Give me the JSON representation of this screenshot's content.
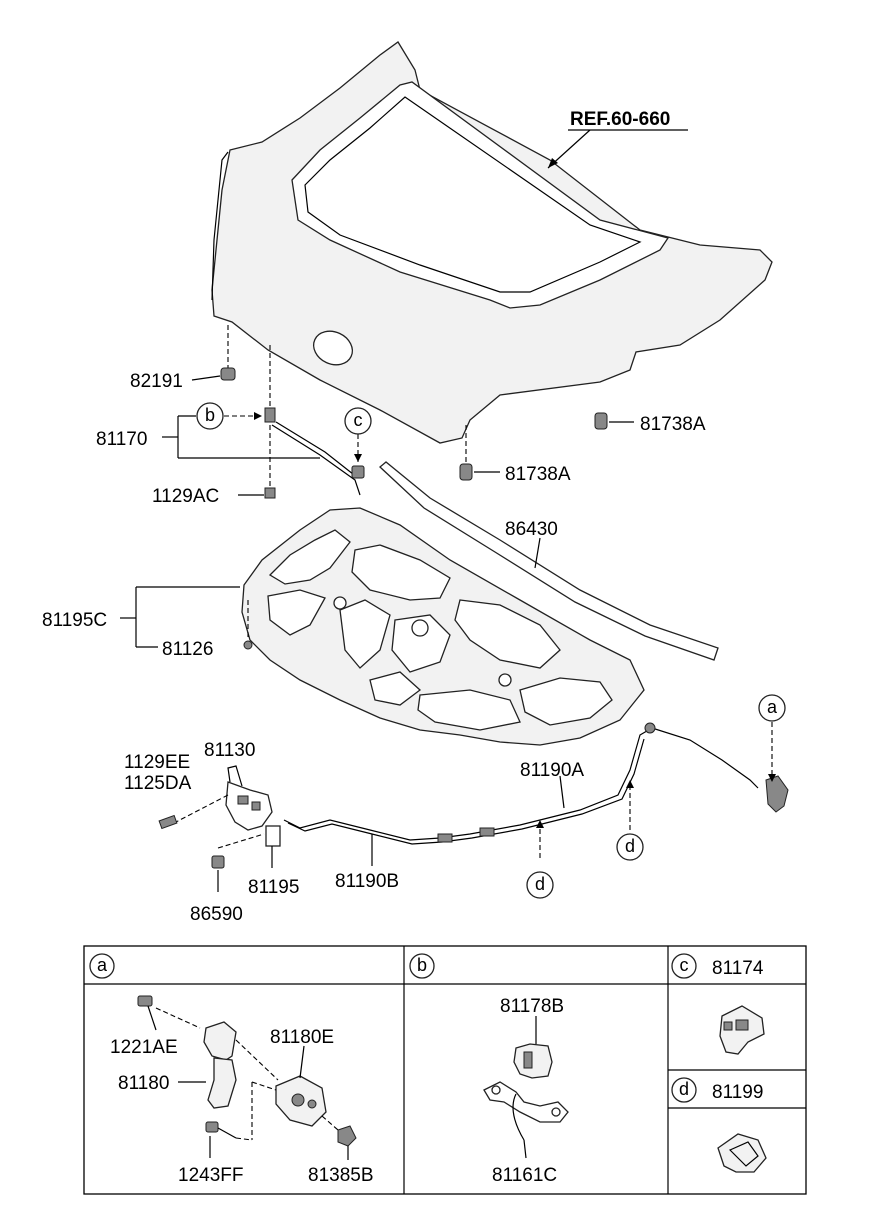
{
  "labels": {
    "ref": "REF.60-660",
    "p82191": "82191",
    "p81170": "81170",
    "p1129ac": "1129AC",
    "p81738a_1": "81738A",
    "p81738a_2": "81738A",
    "p86430": "86430",
    "p81195c": "81195C",
    "p81126": "81126",
    "p1129ee": "1129EE",
    "p1125da": "1125DA",
    "p81130": "81130",
    "p81190a": "81190A",
    "p81190b": "81190B",
    "p81195": "81195",
    "p86590": "86590"
  },
  "callouts": {
    "a": "a",
    "b": "b",
    "c": "c",
    "d1": "d",
    "d2": "d"
  },
  "table": {
    "cell_a": {
      "letter": "a",
      "parts": {
        "p1221ae": "1221AE",
        "p81180e": "81180E",
        "p81180": "81180",
        "p1243ff": "1243FF",
        "p81385b": "81385B"
      }
    },
    "cell_b": {
      "letter": "b",
      "parts": {
        "p81178b": "81178B",
        "p81161c": "81161C"
      }
    },
    "cell_c": {
      "letter": "c",
      "part": "81174"
    },
    "cell_d": {
      "letter": "d",
      "part": "81199"
    }
  }
}
